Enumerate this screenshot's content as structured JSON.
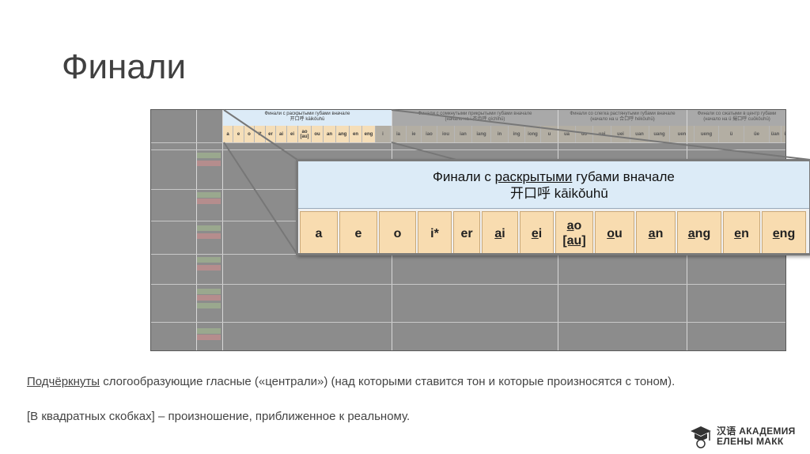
{
  "slide": {
    "title": "Финали"
  },
  "screenshot": {
    "headers": [
      {
        "line1": "Финали с раскрытыми губами вначале",
        "line2": "开口呼 kāikǒuhū"
      },
      {
        "line1": "Финали с сомкнутыми прикрытыми губами вначале",
        "line2": "(начало на i 齐齿呼 qíchǐhū)"
      },
      {
        "line1": "Финали со слегка растянутыми губами вначале",
        "line2": "(начало на u 合口呼 hékǒuhū)"
      },
      {
        "line1": "Финали со сжатыми в центр губами",
        "line2": "(начало на ü 撮口呼 cuōkǒuhū)"
      }
    ],
    "cells": [
      "a",
      "e",
      "o",
      "i*",
      "er",
      "ai",
      "ei",
      "ao [au]",
      "ou",
      "an",
      "ang",
      "en",
      "eng",
      "i",
      "ia",
      "ie",
      "iao",
      "iou",
      "ian",
      "iang",
      "in",
      "ing",
      "iong",
      "u",
      "ua",
      "uo",
      "uai",
      "uei",
      "uan",
      "uang",
      "uen",
      "ueng",
      "ü",
      "üe",
      "üan",
      "ün"
    ]
  },
  "zoom": {
    "title_pre": "Финали с ",
    "title_u": "раскрытыми",
    "title_post": " губами вначале",
    "subtitle": "开口呼 kāikǒuhū",
    "cells": [
      {
        "u": "",
        "rest": "a"
      },
      {
        "u": "",
        "rest": "e"
      },
      {
        "u": "",
        "rest": "o"
      },
      {
        "u": "",
        "rest": "i*"
      },
      {
        "u": "",
        "rest": "er"
      },
      {
        "u": "a",
        "rest": "i"
      },
      {
        "u": "e",
        "rest": "i"
      },
      {
        "u": "a",
        "rest": "o",
        "line2": "[au]"
      },
      {
        "u": "o",
        "rest": "u"
      },
      {
        "u": "a",
        "rest": "n"
      },
      {
        "u": "a",
        "rest": "ng"
      },
      {
        "u": "e",
        "rest": "n"
      },
      {
        "u": "e",
        "rest": "ng"
      }
    ]
  },
  "notes": {
    "line1_u": "Подчёркнуты",
    "line1_rest": " слогообразующие гласные («централи») (над которыми ставится тон и которые произносятся с тоном).",
    "line2": "[В квадратных скобках] – произношение, приближенное к реальному."
  },
  "logo": {
    "line1_cn": "汉语",
    "line1": "АКАДЕМИЯ",
    "line2": "ЕЛЕНЫ МАКК"
  }
}
